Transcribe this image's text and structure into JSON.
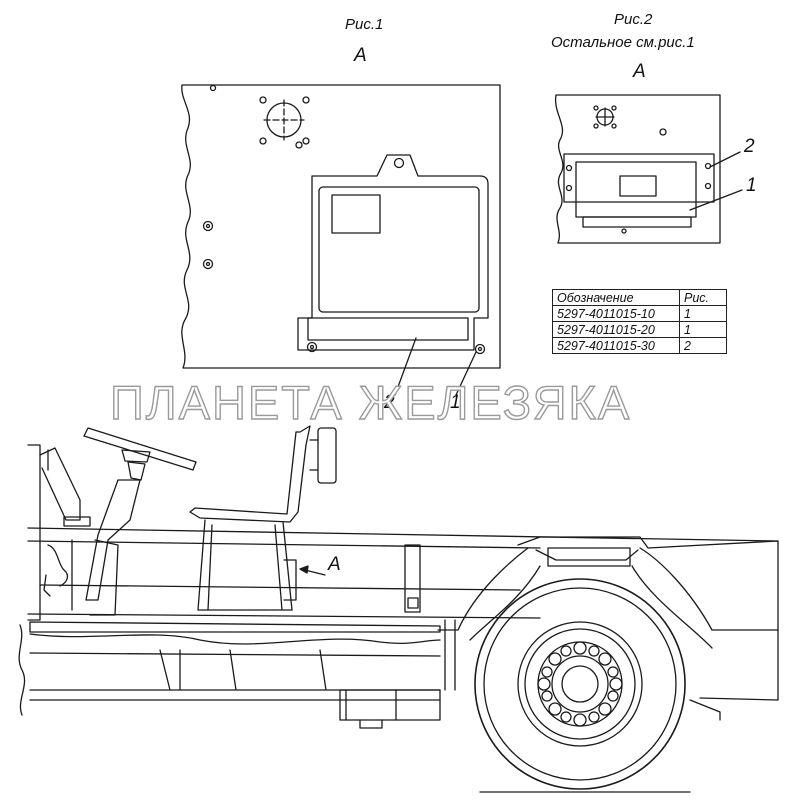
{
  "fig1": {
    "caption": "Рис.1",
    "view": "А"
  },
  "fig2": {
    "caption": "Рис.2",
    "note": "Остальное см.рис.1",
    "view": "А"
  },
  "callouts": {
    "fig1_part2": "2",
    "fig1_part1": "1",
    "fig2_part2": "2",
    "fig2_part1": "1",
    "view_arrow": "А"
  },
  "table": {
    "headers": [
      "Обозначение",
      "Рис."
    ],
    "rows": [
      [
        "5297-4011015-10",
        "1"
      ],
      [
        "5297-4011015-20",
        "1"
      ],
      [
        "5297-4011015-30",
        "2"
      ]
    ]
  },
  "watermark": "ПЛАНЕТА ЖЕЛЕЗЯКА"
}
